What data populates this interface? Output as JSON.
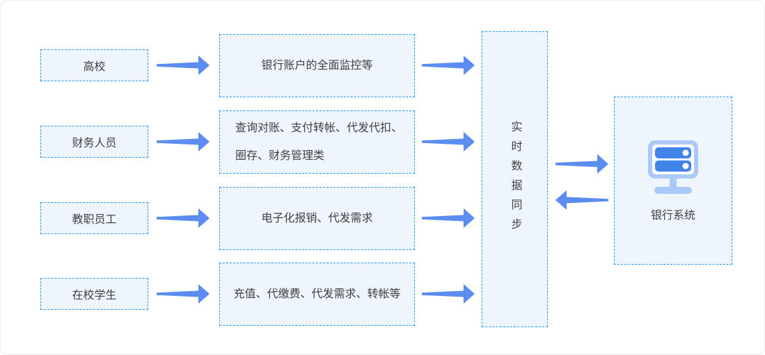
{
  "diagram": {
    "rows": [
      {
        "source": "高校",
        "service_lines": [
          "银行账户的全面监控等"
        ]
      },
      {
        "source": "财务人员",
        "service_lines": [
          "查询对账、支付转帐、代发代扣、",
          "圈存、财务管理类"
        ]
      },
      {
        "source": "教职员工",
        "service_lines": [
          "电子化报销、代发需求"
        ]
      },
      {
        "source": "在校学生",
        "service_lines": [
          "充值、代缴费、代发需求、转帐等"
        ]
      }
    ],
    "sync_label": "实时数据同步",
    "bank_label": "银行系统",
    "bank_icon": "server-icon"
  },
  "colors": {
    "accent": "#2196f3",
    "node-fill": "#eef5fc",
    "arrow": "#5b8cf0",
    "text": "#404040",
    "server-light": "#aac8f8",
    "server-dark": "#4285ea"
  }
}
